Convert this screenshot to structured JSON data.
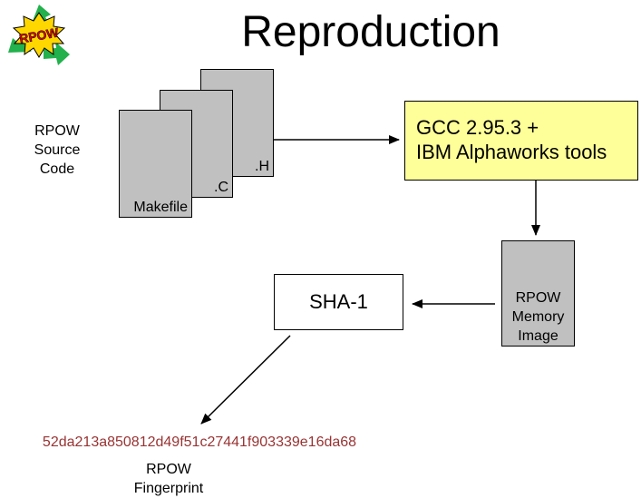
{
  "title": "Reproduction",
  "logo": {
    "text": "RPOW",
    "icon": "recycle-logo",
    "colors": {
      "arrow": "#22b14c",
      "burst": "#ffd700",
      "text": "#e30000"
    }
  },
  "source_label": [
    "RPOW",
    "Source",
    "Code"
  ],
  "files": {
    "h": ".H",
    "c": ".C",
    "makefile": "Makefile"
  },
  "compiler": {
    "lines": [
      "GCC 2.95.3 +",
      "IBM Alphaworks tools"
    ],
    "fill": "#ffff99"
  },
  "memory_image": [
    "RPOW",
    "Memory",
    "Image"
  ],
  "hash_box": "SHA-1",
  "fingerprint": {
    "hash": "52da213a850812d49f51c27441f903339e16da68",
    "hash_color": "#993333",
    "label": [
      "RPOW",
      "Fingerprint"
    ]
  }
}
